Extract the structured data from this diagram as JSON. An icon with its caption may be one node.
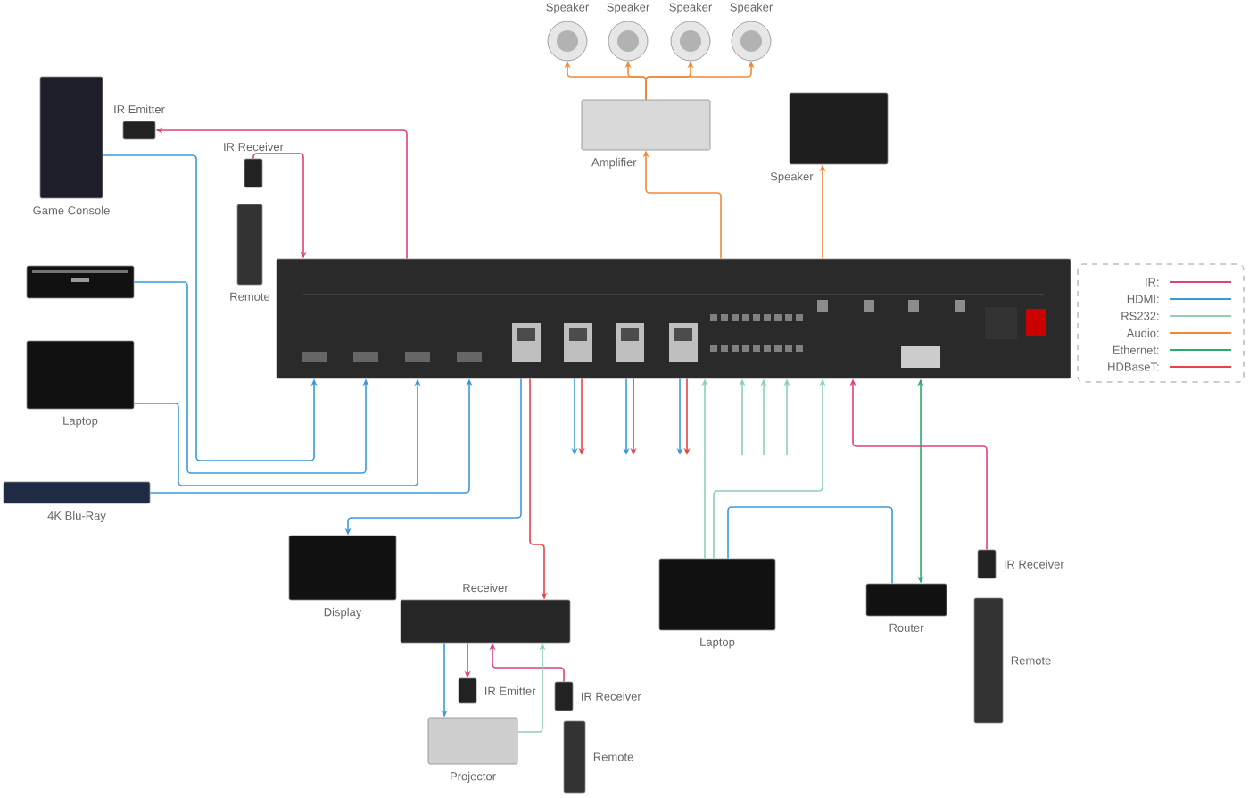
{
  "diagram": {
    "nodes": [
      {
        "text": [
          "Speaker"
        ]
      },
      {
        "text": [
          "Speaker"
        ]
      },
      {
        "text": [
          "Speaker"
        ]
      },
      {
        "text": [
          "Speaker"
        ]
      },
      {
        "text": [
          "Amplifier"
        ]
      },
      {
        "text": [
          "Speaker"
        ]
      },
      {
        "text": [
          "Game Console"
        ]
      },
      {
        "text": [
          "IR Emitter"
        ]
      },
      {
        "text": [
          "IR Receiver"
        ]
      },
      {
        "text": [
          "Remote"
        ]
      },
      {
        "text": [],
        "shape": "picture"
      },
      {
        "text": [
          "Laptop"
        ]
      },
      {
        "text": [
          "4K Blu-Ray"
        ]
      },
      {
        "text": [],
        "shape": "picture"
      },
      {
        "text": [
          "Display"
        ]
      },
      {
        "text": [
          "Receiver"
        ]
      },
      {
        "text": [
          "IR Emitter"
        ]
      },
      {
        "text": [
          "IR Receiver"
        ]
      },
      {
        "text": [
          "Projector"
        ]
      },
      {
        "text": [
          "Remote"
        ]
      },
      {
        "text": [
          "Laptop"
        ]
      },
      {
        "text": [
          "Router"
        ]
      },
      {
        "text": [
          "IR Receiver"
        ]
      },
      {
        "text": [
          "Remote"
        ]
      }
    ],
    "edges": [
      {
        "from": 4,
        "to": 0,
        "arrow": "to",
        "color": "#f0883a"
      },
      {
        "from": 4,
        "to": 1,
        "arrow": "to",
        "color": "#f0883a"
      },
      {
        "from": 4,
        "to": 2,
        "arrow": "to",
        "color": "#f0883a"
      },
      {
        "from": 4,
        "to": 3,
        "arrow": "to",
        "color": "#f0883a"
      },
      {
        "from": 13,
        "to": 4,
        "arrow": "to",
        "color": "#f0883a"
      },
      {
        "from": 13,
        "to": 5,
        "arrow": "to",
        "color": "#f0883a"
      },
      {
        "from": 13,
        "to": 7,
        "arrow": "to",
        "color": "#e0407f"
      },
      {
        "from": 8,
        "to": 13,
        "arrow": "to",
        "color": "#e0407f"
      },
      {
        "from": 6,
        "to": 13,
        "arrow": "to",
        "color": "#3a9ad9"
      },
      {
        "from": 10,
        "to": 13,
        "arrow": "to",
        "color": "#3a9ad9"
      },
      {
        "from": 11,
        "to": 13,
        "arrow": "to",
        "color": "#3a9ad9"
      },
      {
        "from": 12,
        "to": 13,
        "arrow": "to",
        "color": "#3a9ad9"
      },
      {
        "from": 13,
        "to": 14,
        "arrow": "to",
        "color": "#3a9ad9"
      },
      {
        "from": 13,
        "to": 15,
        "arrow": "to",
        "color": "#e8424a"
      },
      {
        "from": 13,
        "to": null,
        "arrow": "to",
        "color": "#3a9ad9"
      },
      {
        "from": 13,
        "to": null,
        "arrow": "to",
        "color": "#e8424a"
      },
      {
        "from": 13,
        "to": null,
        "arrow": "to",
        "color": "#3a9ad9"
      },
      {
        "from": 13,
        "to": null,
        "arrow": "to",
        "color": "#e8424a"
      },
      {
        "from": 13,
        "to": null,
        "arrow": "to",
        "color": "#3a9ad9"
      },
      {
        "from": 13,
        "to": null,
        "arrow": "to",
        "color": "#e8424a"
      },
      {
        "from": 15,
        "to": 18,
        "arrow": "to",
        "color": "#3a9ad9"
      },
      {
        "from": 15,
        "to": 16,
        "arrow": "to",
        "color": "#e0407f"
      },
      {
        "from": 17,
        "to": 15,
        "arrow": "to",
        "color": "#e0407f"
      },
      {
        "from": 18,
        "to": 15,
        "arrow": "to",
        "color": "#8fd0b0"
      },
      {
        "from": 20,
        "to": 13,
        "arrow": "to",
        "color": "#8fd0b0"
      },
      {
        "from": 20,
        "to": 13,
        "arrow": "to",
        "color": "#8fd0b0"
      },
      {
        "from": null,
        "to": 13,
        "arrow": "to",
        "color": "#8fd0b0"
      },
      {
        "from": null,
        "to": 13,
        "arrow": "to",
        "color": "#8fd0b0"
      },
      {
        "from": null,
        "to": 13,
        "arrow": "to",
        "color": "#8fd0b0"
      },
      {
        "from": 20,
        "to": 21,
        "arrow": "none",
        "color": "#3a9ad9"
      },
      {
        "from": 21,
        "to": 13,
        "arrow": "both",
        "color": "#2bab6b"
      },
      {
        "from": 22,
        "to": 13,
        "arrow": "to",
        "color": "#e0407f"
      }
    ],
    "legend": [
      {
        "text": "IR:"
      },
      {
        "text": "HDMI:"
      },
      {
        "text": "RS232:"
      },
      {
        "text": "Audio:"
      },
      {
        "text": "Ethernet:"
      },
      {
        "text": "HDBaseT:"
      }
    ]
  }
}
